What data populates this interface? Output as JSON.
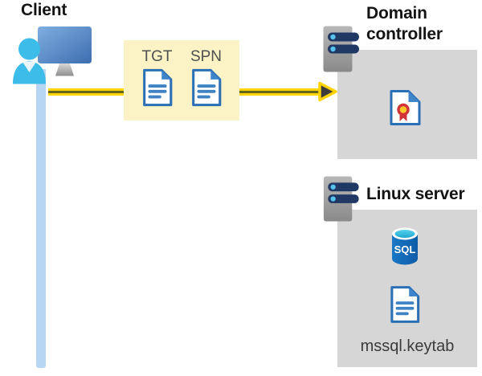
{
  "client": {
    "label": "Client"
  },
  "request": {
    "tgt_label": "TGT",
    "spn_label": "SPN"
  },
  "domain_controller": {
    "title": "Domain controller"
  },
  "linux_server": {
    "title": "Linux server",
    "database_label": "SQL",
    "keytab_label": "mssql.keytab"
  },
  "colors": {
    "arrow_yellow": "#FFD400",
    "arrow_core_olive": "#66661A",
    "arrowhead_charcoal": "#3D3D3D",
    "note_box_yellow": "#FBF3C5",
    "panel_gray": "#D6D6D6",
    "document_border_blue": "#2B6FB5",
    "document_fold_blue": "#3E86C9",
    "document_line_blue": "#3F83C5",
    "server_body_gray": "#A9A9A9",
    "server_bar_navy": "#1F3864",
    "server_dot_cyan": "#56C3EC",
    "person_cyan": "#3CBCE8",
    "monitor_blue_light": "#7FAEE0",
    "monitor_blue_dark": "#3E6DB0",
    "connector_light_blue": "#B7D6F3",
    "certificate_red": "#D13438",
    "certificate_gold": "#FFC72C",
    "sql_body_blue": "#1168B5",
    "sql_top_cyan": "#35C3E3"
  }
}
